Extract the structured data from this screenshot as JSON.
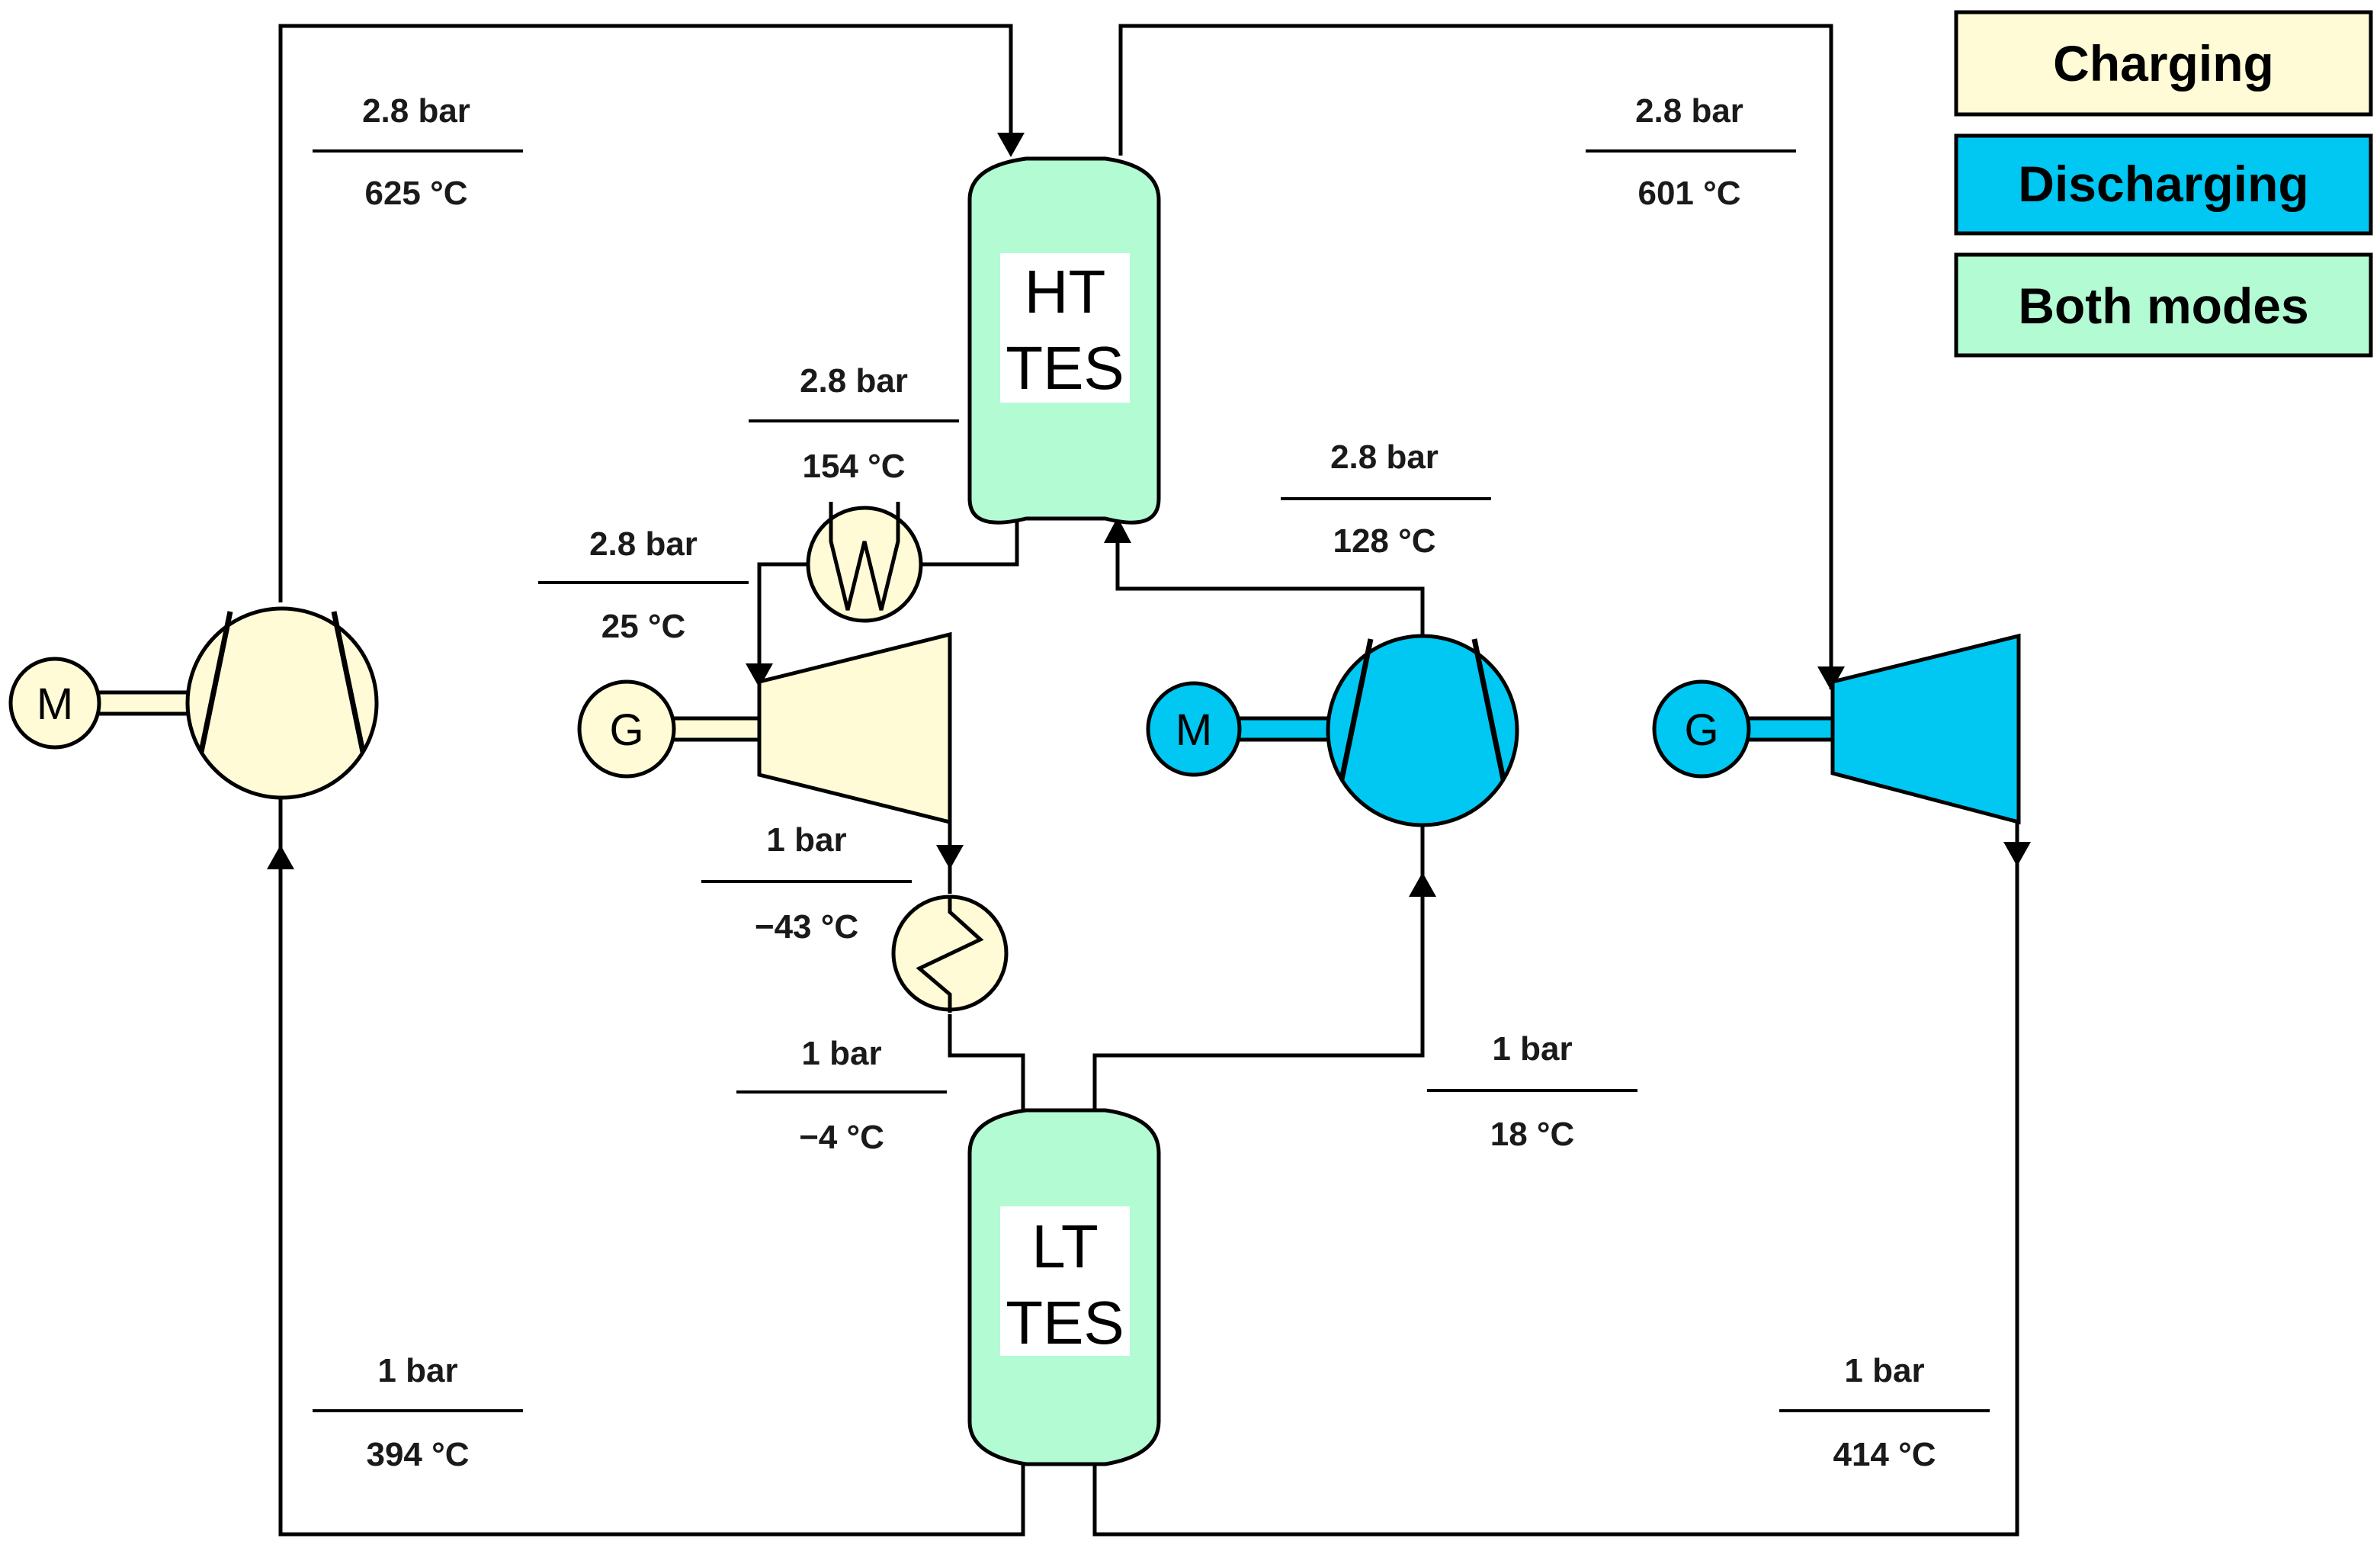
{
  "colors": {
    "charging": "#fefbd6",
    "discharging": "#00c8f2",
    "both_modes": "#b3fbd3",
    "line": "#000000"
  },
  "legend": {
    "charging": "Charging",
    "discharging": "Discharging",
    "both_modes": "Both modes"
  },
  "tanks": {
    "ht": {
      "line1": "HT",
      "line2": "TES"
    },
    "lt": {
      "line1": "LT",
      "line2": "TES"
    }
  },
  "machines": {
    "motor_charging": "M",
    "generator_charging": "G",
    "motor_discharging": "M",
    "generator_discharging": "G"
  },
  "states": {
    "ht_in_charging": {
      "pressure": "2.8 bar",
      "temperature": "625 °C"
    },
    "ht_out_discharging": {
      "pressure": "2.8 bar",
      "temperature": "601 °C"
    },
    "ht_out_charging": {
      "pressure": "2.8 bar",
      "temperature": "154 °C"
    },
    "expander_in_charging": {
      "pressure": "2.8 bar",
      "temperature": "25 °C"
    },
    "ht_in_discharging": {
      "pressure": "2.8 bar",
      "temperature": "128 °C"
    },
    "expander_out_charging": {
      "pressure": "1 bar",
      "temperature": "−43 °C"
    },
    "lt_in_charging": {
      "pressure": "1 bar",
      "temperature": "−4 °C"
    },
    "lt_out_discharging": {
      "pressure": "1 bar",
      "temperature": "18 °C"
    },
    "lt_out_charging": {
      "pressure": "1 bar",
      "temperature": "394 °C"
    },
    "lt_in_discharging": {
      "pressure": "1 bar",
      "temperature": "414 °C"
    }
  }
}
